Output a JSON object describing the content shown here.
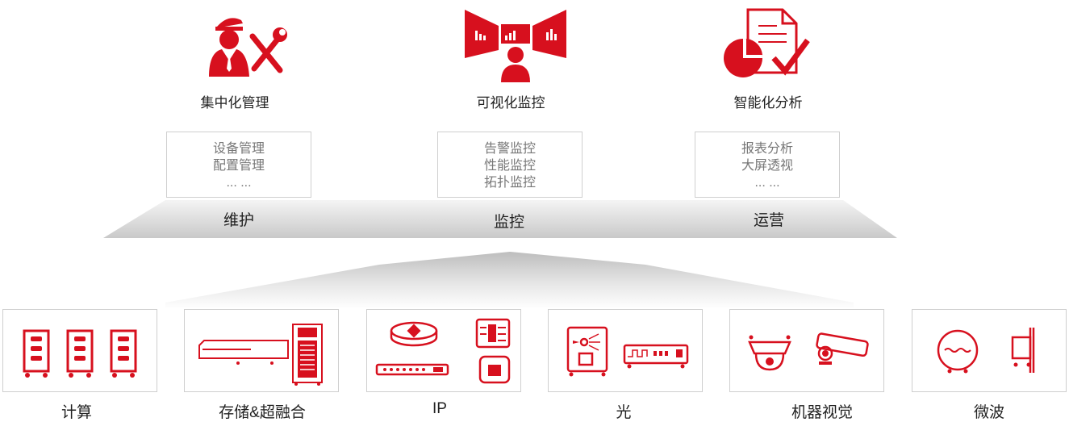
{
  "top_items": [
    {
      "label": "集中化管理",
      "icon": "technician-tools-icon"
    },
    {
      "label": "可视化监控",
      "icon": "monitoring-screens-icon"
    },
    {
      "label": "智能化分析",
      "icon": "report-pie-check-icon"
    }
  ],
  "feature_boxes": [
    {
      "lines": [
        "设备管理",
        "配置管理",
        "... ..."
      ]
    },
    {
      "lines": [
        "告警监控",
        "性能监控",
        "拓扑监控"
      ]
    },
    {
      "lines": [
        "报表分析",
        "大屏透视",
        "... ..."
      ]
    }
  ],
  "layers": [
    "维护",
    "监控",
    "运营"
  ],
  "devices": [
    {
      "label": "计算",
      "icon": "server-rack-icon"
    },
    {
      "label": "存储&超融合",
      "icon": "storage-device-icon"
    },
    {
      "label": "IP",
      "icon": "router-switch-icon"
    },
    {
      "label": "光",
      "icon": "optical-transport-icon"
    },
    {
      "label": "机器视觉",
      "icon": "camera-icon"
    },
    {
      "label": "微波",
      "icon": "microwave-antenna-icon"
    }
  ],
  "colors": {
    "accent": "#d7101e",
    "box_border": "#cfcfcf",
    "platform_gray": "#c8c8c8"
  }
}
